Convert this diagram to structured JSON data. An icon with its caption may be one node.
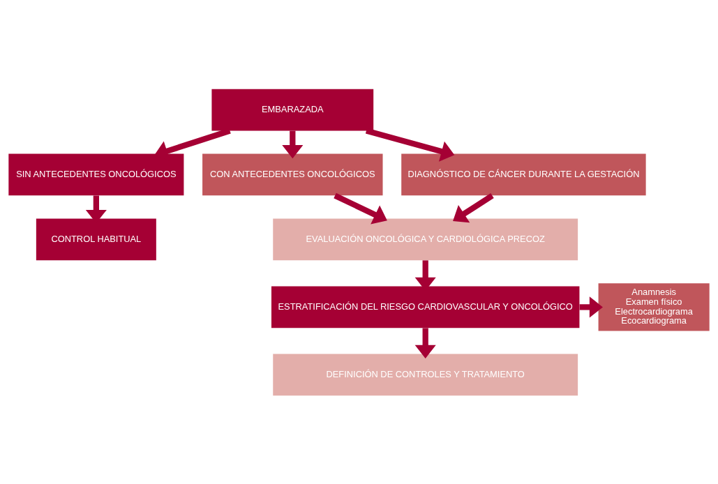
{
  "diagram": {
    "nodes": [
      {
        "text": [
          "EMBARAZADA"
        ]
      },
      {
        "text": [
          "SIN ANTECEDENTES ONCOLÓGICOS"
        ]
      },
      {
        "text": [
          "CON ANTECEDENTES ONCOLÓGICOS"
        ]
      },
      {
        "text": [
          "DIAGNÓSTICO DE CÁNCER DURANTE LA GESTACIÓN"
        ]
      },
      {
        "text": [
          "CONTROL HABITUAL"
        ]
      },
      {
        "text": [
          "EVALUACIÓN ONCOLÓGICA Y CARDIOLÓGICA PRECOZ"
        ]
      },
      {
        "text": [
          "ESTRATIFICACIÓN DEL RIESGO CARDIOVASCULAR Y ONCOLÓGICO"
        ]
      },
      {
        "text": [
          "Anamnesis",
          "Examen físico",
          "Electrocardiograma",
          "Ecocardiograma"
        ]
      },
      {
        "text": [
          "DEFINICIÓN DE CONTROLES Y TRATAMIENTO"
        ]
      }
    ],
    "edges": [
      {
        "from": 0,
        "to": 1,
        "arrow": "to"
      },
      {
        "from": 0,
        "to": 2,
        "arrow": "to"
      },
      {
        "from": 0,
        "to": 3,
        "arrow": "to"
      },
      {
        "from": 1,
        "to": 4,
        "arrow": "to"
      },
      {
        "from": 2,
        "to": 5,
        "arrow": "to"
      },
      {
        "from": 3,
        "to": 5,
        "arrow": "to"
      },
      {
        "from": 5,
        "to": 6,
        "arrow": "to"
      },
      {
        "from": 6,
        "to": 7,
        "arrow": "to"
      },
      {
        "from": 6,
        "to": 8,
        "arrow": "to"
      }
    ]
  }
}
